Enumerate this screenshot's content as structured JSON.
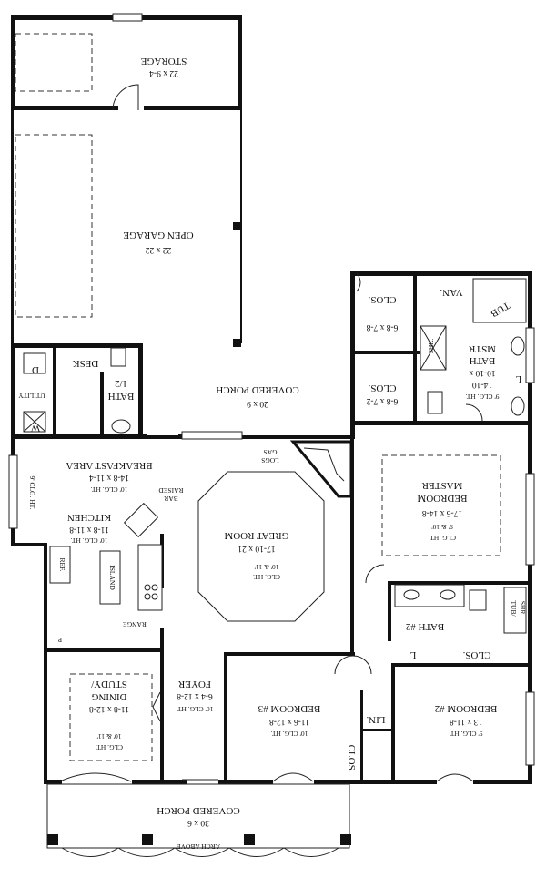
{
  "rooms": {
    "storage": {
      "name": "STORAGE",
      "dim": "22 x 9-4"
    },
    "open_garage": {
      "name": "OPEN GARAGE",
      "dim": "22 x 22"
    },
    "covered_porch_side": {
      "name": "COVERED PORCH",
      "dim": "20 x 9"
    },
    "clos_top": {
      "name": "CLOS.",
      "dim": "6-8 x 7-8"
    },
    "van": {
      "name": "VAN."
    },
    "tub": {
      "name": "TUB"
    },
    "shr": {
      "name": "SHR."
    },
    "mstr_bath": {
      "name1": "MSTR",
      "name2": "BATH",
      "dim1": "10-10 x",
      "dim2": "14-10",
      "clg": "9' CLG. HT."
    },
    "clos_mid": {
      "name": "CLOS.",
      "dim": "6-8 x 7-2"
    },
    "l_mstr": {
      "name": "L"
    },
    "desk": {
      "name": "DESK"
    },
    "dryer": {
      "name": "D"
    },
    "washer": {
      "name": "W"
    },
    "utility": {
      "name": "UTILITY"
    },
    "half_bath": {
      "name1": "1/2",
      "name2": "BATH"
    },
    "breakfast": {
      "name": "BREAKFAST AREA",
      "dim": "14-8 x 11-4",
      "clg": "10' CLG. HT."
    },
    "clg_side": {
      "text": "9' CLG. HT."
    },
    "gas_logs": {
      "line1": "GAS",
      "line2": "LOGS"
    },
    "raised_bar": {
      "line1": "RAISED",
      "line2": "BAR"
    },
    "kitchen": {
      "name": "KITCHEN",
      "dim": "11-8 x 11-8",
      "clg": "10' CLG. HT."
    },
    "ref": {
      "name": "REF."
    },
    "island": {
      "name": "ISLAND"
    },
    "range": {
      "name": "RANGE"
    },
    "pantry": {
      "name": "P"
    },
    "great_room": {
      "name": "GREAT ROOM",
      "dim": "17-10 x 21",
      "clg1": "10' & 11'",
      "clg2": "CLG. HT."
    },
    "master_bedroom": {
      "name1": "MASTER",
      "name2": "BEDROOM",
      "dim": "17-6 x 14-8",
      "clg1": "9' & 10'",
      "clg2": "CLG. HT."
    },
    "bath2": {
      "name": "BATH #2"
    },
    "tub_shr": {
      "line1": "TUB/",
      "line2": "SHR."
    },
    "clos_b2": {
      "name": "CLOS."
    },
    "l_b2": {
      "name": "L"
    },
    "study": {
      "name1": "STUDY/",
      "name2": "DINING",
      "dim": "11-8 x 12-8",
      "clg1": "10' & 11'",
      "clg2": "CLG. HT."
    },
    "foyer": {
      "name": "FOYER",
      "dim": "6-4 x 12-8",
      "clg": "10' CLG. HT."
    },
    "bedroom3": {
      "name": "BEDROOM #3",
      "dim": "11-6 x 12-8",
      "clg": "10' CLG. HT."
    },
    "lin": {
      "name": "LIN."
    },
    "clos_b3": {
      "name": "CLOS."
    },
    "bedroom2": {
      "name": "BEDROOM #2",
      "dim": "13 x 11-8",
      "clg": "9' CLG. HT."
    },
    "covered_porch_front": {
      "name": "COVERED PORCH",
      "dim": "30 x 6"
    },
    "arch_above": {
      "text": "ARCH ABOVE"
    }
  }
}
